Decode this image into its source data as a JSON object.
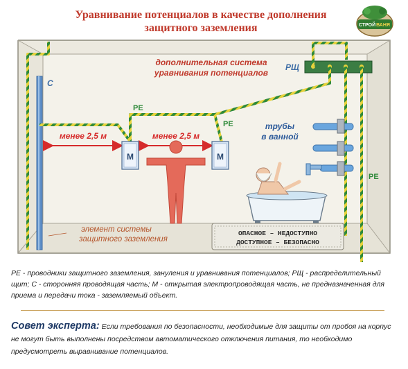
{
  "header": {
    "title_line1": "Уравнивание потенциалов в качестве дополнения",
    "title_line2": "защитного заземления"
  },
  "logo": {
    "text_line1": "СТРОЙ",
    "text_line2": "ВАНЯ"
  },
  "diagram": {
    "system_label_line1": "дополнительная система",
    "system_label_line2": "уравнивания потенциалов",
    "rsh_label": "РЩ",
    "c_label": "C",
    "pe_left": "PE",
    "pe_middle": "PE",
    "pe_right": "PE",
    "distance_left": "менее 2,5 м",
    "distance_right": "менее 2,5 м",
    "m_left": "M",
    "m_right": "M",
    "pipes_line1": "трубы",
    "pipes_line2": "в ванной",
    "element_line1": "элемент системы",
    "element_line2": "защитного заземления",
    "rug_line1": "ОПАСНОЕ – НЕДОСТУПНО",
    "rug_line2": "ДОСТУПНОЕ – БЕЗОПАСНО"
  },
  "legend_text": "PE - проводники защитного заземления, зануления и уравнивания потенциалов; РЩ - распределительный щит; С - сторонняя проводящая часть; М - открытая электропроводящая часть, не предназначенная для приема и передачи тока - заземляемый объект.",
  "tip": {
    "heading": "Совет эксперта:",
    "text": "Если требования по безопасности, необходимые для защиты от пробоя на корпус не могут быть выполнены посредством автоматического отключения питания, то необходимо предусмотреть выравнивание потенциалов."
  }
}
